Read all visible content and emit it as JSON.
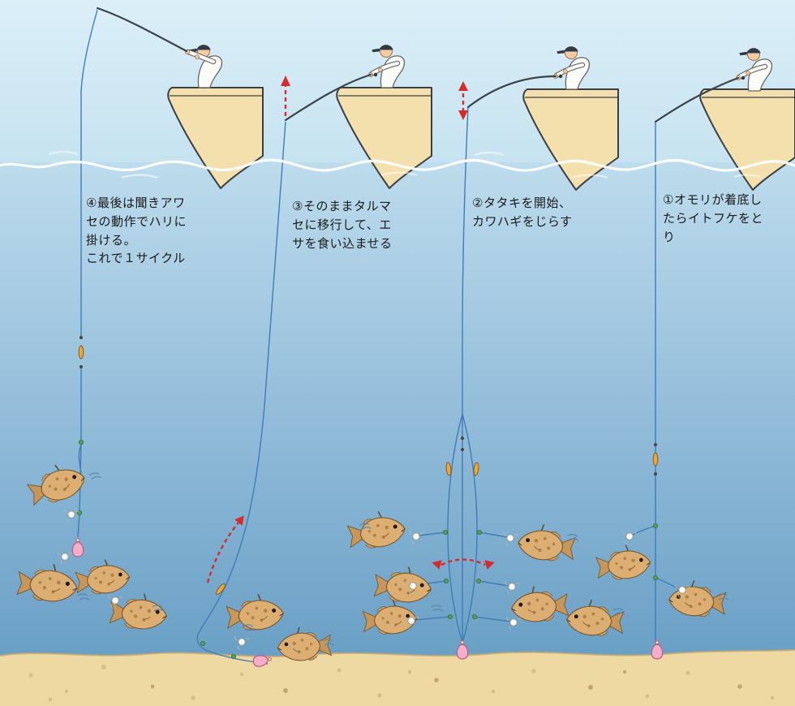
{
  "annotations": {
    "step1": "①オモリが着底し\nたらイトフケをと\nり",
    "step2": "②タタキを開始、\nカワハギをじらす",
    "step3": "③そのままタルマ\nセに移行して、エ\nサを食い込ませる",
    "step4": "④最後は聞きアワ\nセの動作でハリに\n掛ける。\nこれで１サイクル"
  },
  "colors": {
    "sky": "#d9eef8",
    "water_top": "#bddced",
    "water_bottom": "#699fc5",
    "sand": "#eed9a2",
    "boat_hull": "#f4e0ac",
    "fishing_line": "#3f7cb8",
    "arrow": "#d62b2b",
    "sinker": "#f4aec8",
    "fish_body": "#dcae72",
    "text": "#1a1a1a"
  }
}
